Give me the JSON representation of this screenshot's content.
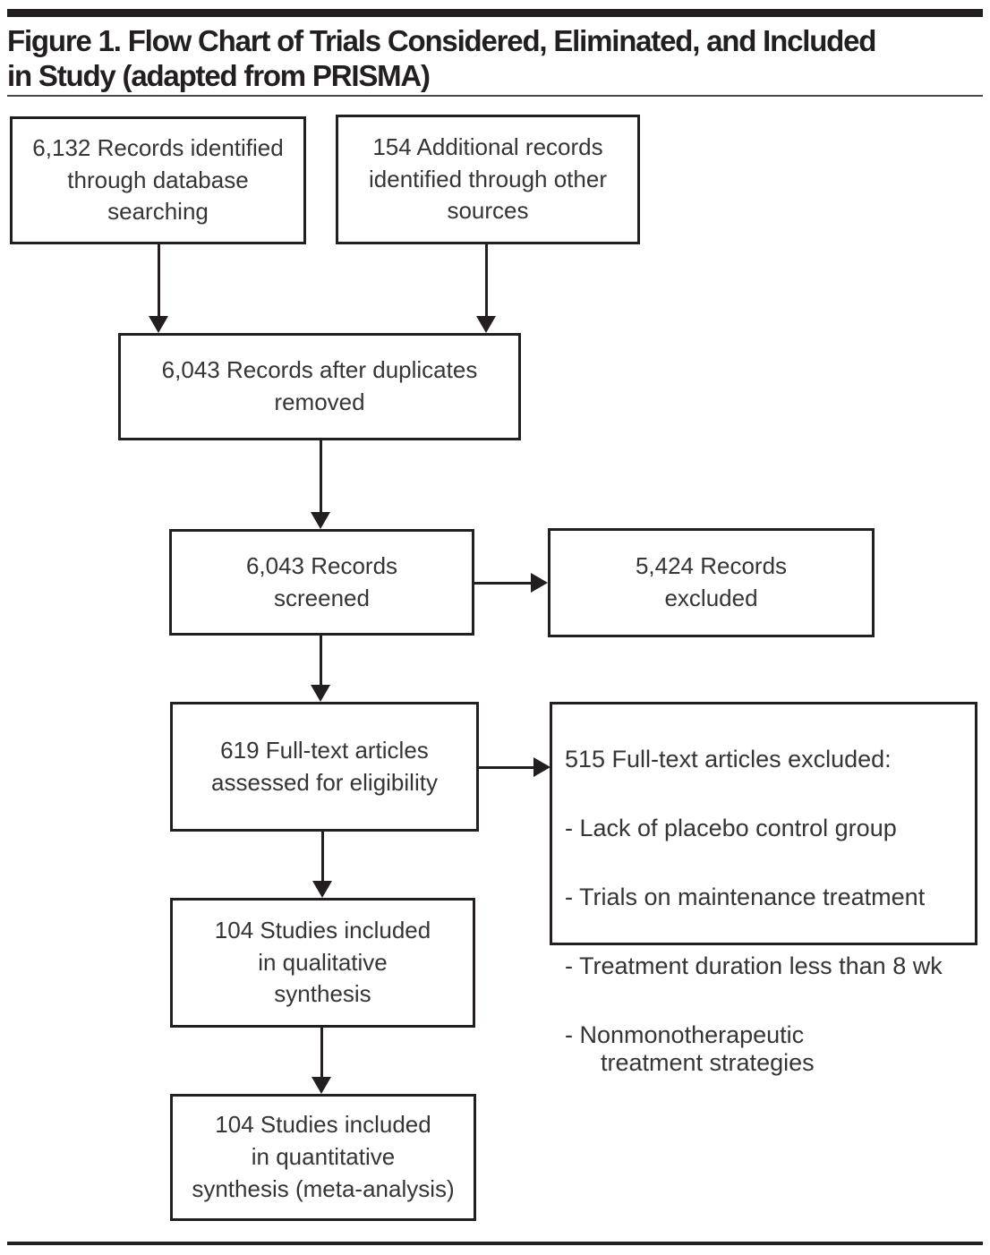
{
  "figure": {
    "title": "Figure 1. Flow Chart of Trials Considered, Eliminated, and Included\nin Study (adapted from PRISMA)"
  },
  "colors": {
    "ink": "#231f20",
    "box_border": "#231f20",
    "text": "#363435",
    "background": "#ffffff"
  },
  "diagram": {
    "nodes": [
      {
        "id": "records-identified",
        "text": "6,132 Records identified\nthrough database\nsearching"
      },
      {
        "id": "additional-records",
        "text": "154 Additional records\nidentified through other\nsources"
      },
      {
        "id": "duplicates-removed",
        "text": "6,043 Records after duplicates\nremoved"
      },
      {
        "id": "records-screened",
        "text": "6,043 Records\nscreened"
      },
      {
        "id": "records-excluded",
        "text": "5,424 Records\nexcluded"
      },
      {
        "id": "fulltext-assessed",
        "text": "619 Full-text articles\nassessed for eligibility"
      },
      {
        "id": "fulltext-excluded",
        "header": "515 Full-text articles excluded:",
        "bullets": [
          "- Lack of placebo control group",
          "- Trials on maintenance treatment",
          "- Treatment duration less than 8 wk",
          "- Nonmonotherapeutic\ntreatment strategies"
        ]
      },
      {
        "id": "qualitative-synthesis",
        "text": "104 Studies included\nin qualitative\nsynthesis"
      },
      {
        "id": "quantitative-synthesis",
        "text": "104 Studies included\nin quantitative\nsynthesis (meta-analysis)"
      }
    ]
  }
}
